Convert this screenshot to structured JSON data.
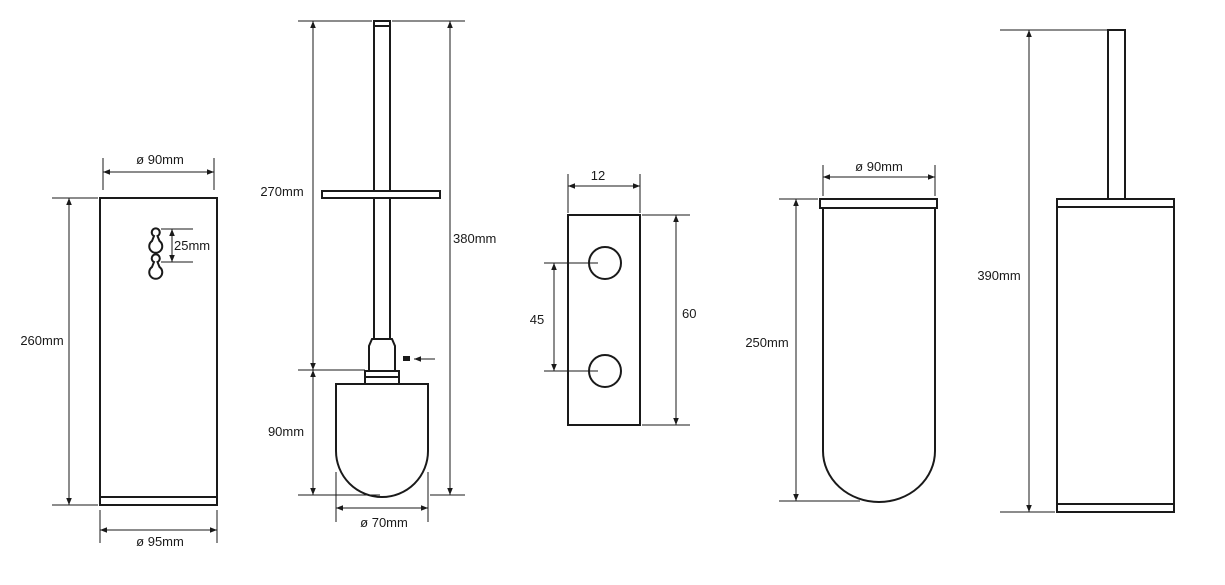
{
  "drawing": {
    "stroke_color": "#1a1a1a",
    "background": "#ffffff",
    "views": [
      {
        "name": "container-front-view",
        "dimensions": {
          "top_diameter": "ø 90mm",
          "height": "260mm",
          "hole_spacing": "25mm",
          "bottom_diameter": "ø 95mm"
        }
      },
      {
        "name": "brush-side-view",
        "dimensions": {
          "handle_length": "270mm",
          "total_length": "380mm",
          "head_height": "90mm",
          "head_diameter": "ø 70mm"
        }
      },
      {
        "name": "wall-bracket-view",
        "dimensions": {
          "width": "12",
          "height": "60",
          "hole_spacing": "45"
        }
      },
      {
        "name": "glass-insert-view",
        "dimensions": {
          "diameter": "ø 90mm",
          "height": "250mm"
        }
      },
      {
        "name": "assembled-view",
        "dimensions": {
          "total_height": "390mm"
        }
      }
    ]
  }
}
